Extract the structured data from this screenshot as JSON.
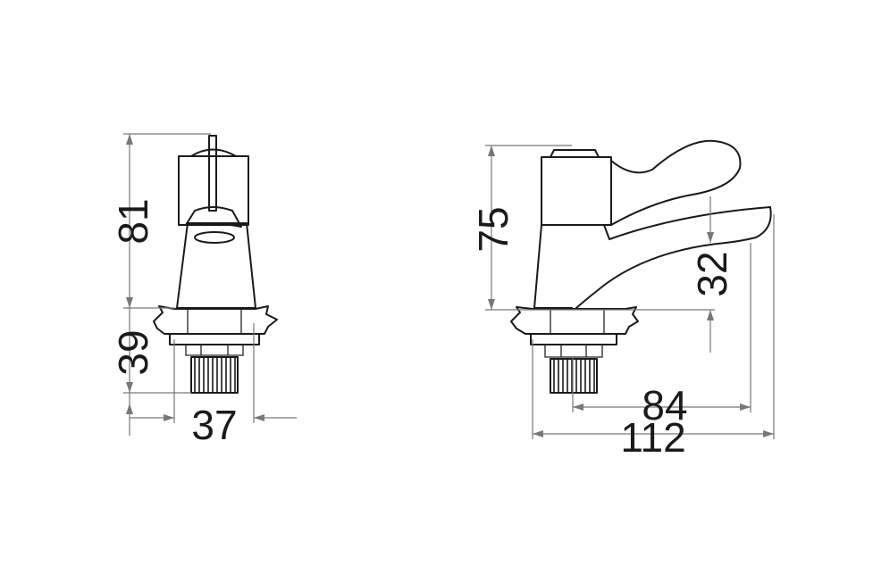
{
  "dimensions": {
    "front_height_upper": "81",
    "front_height_lower": "39",
    "front_width": "37",
    "side_height": "75",
    "spout_height": "32",
    "spout_reach": "84",
    "overall_length": "112"
  },
  "colors": {
    "line": "#1a1a1a",
    "dimension_line": "#777777",
    "background": "#ffffff"
  }
}
